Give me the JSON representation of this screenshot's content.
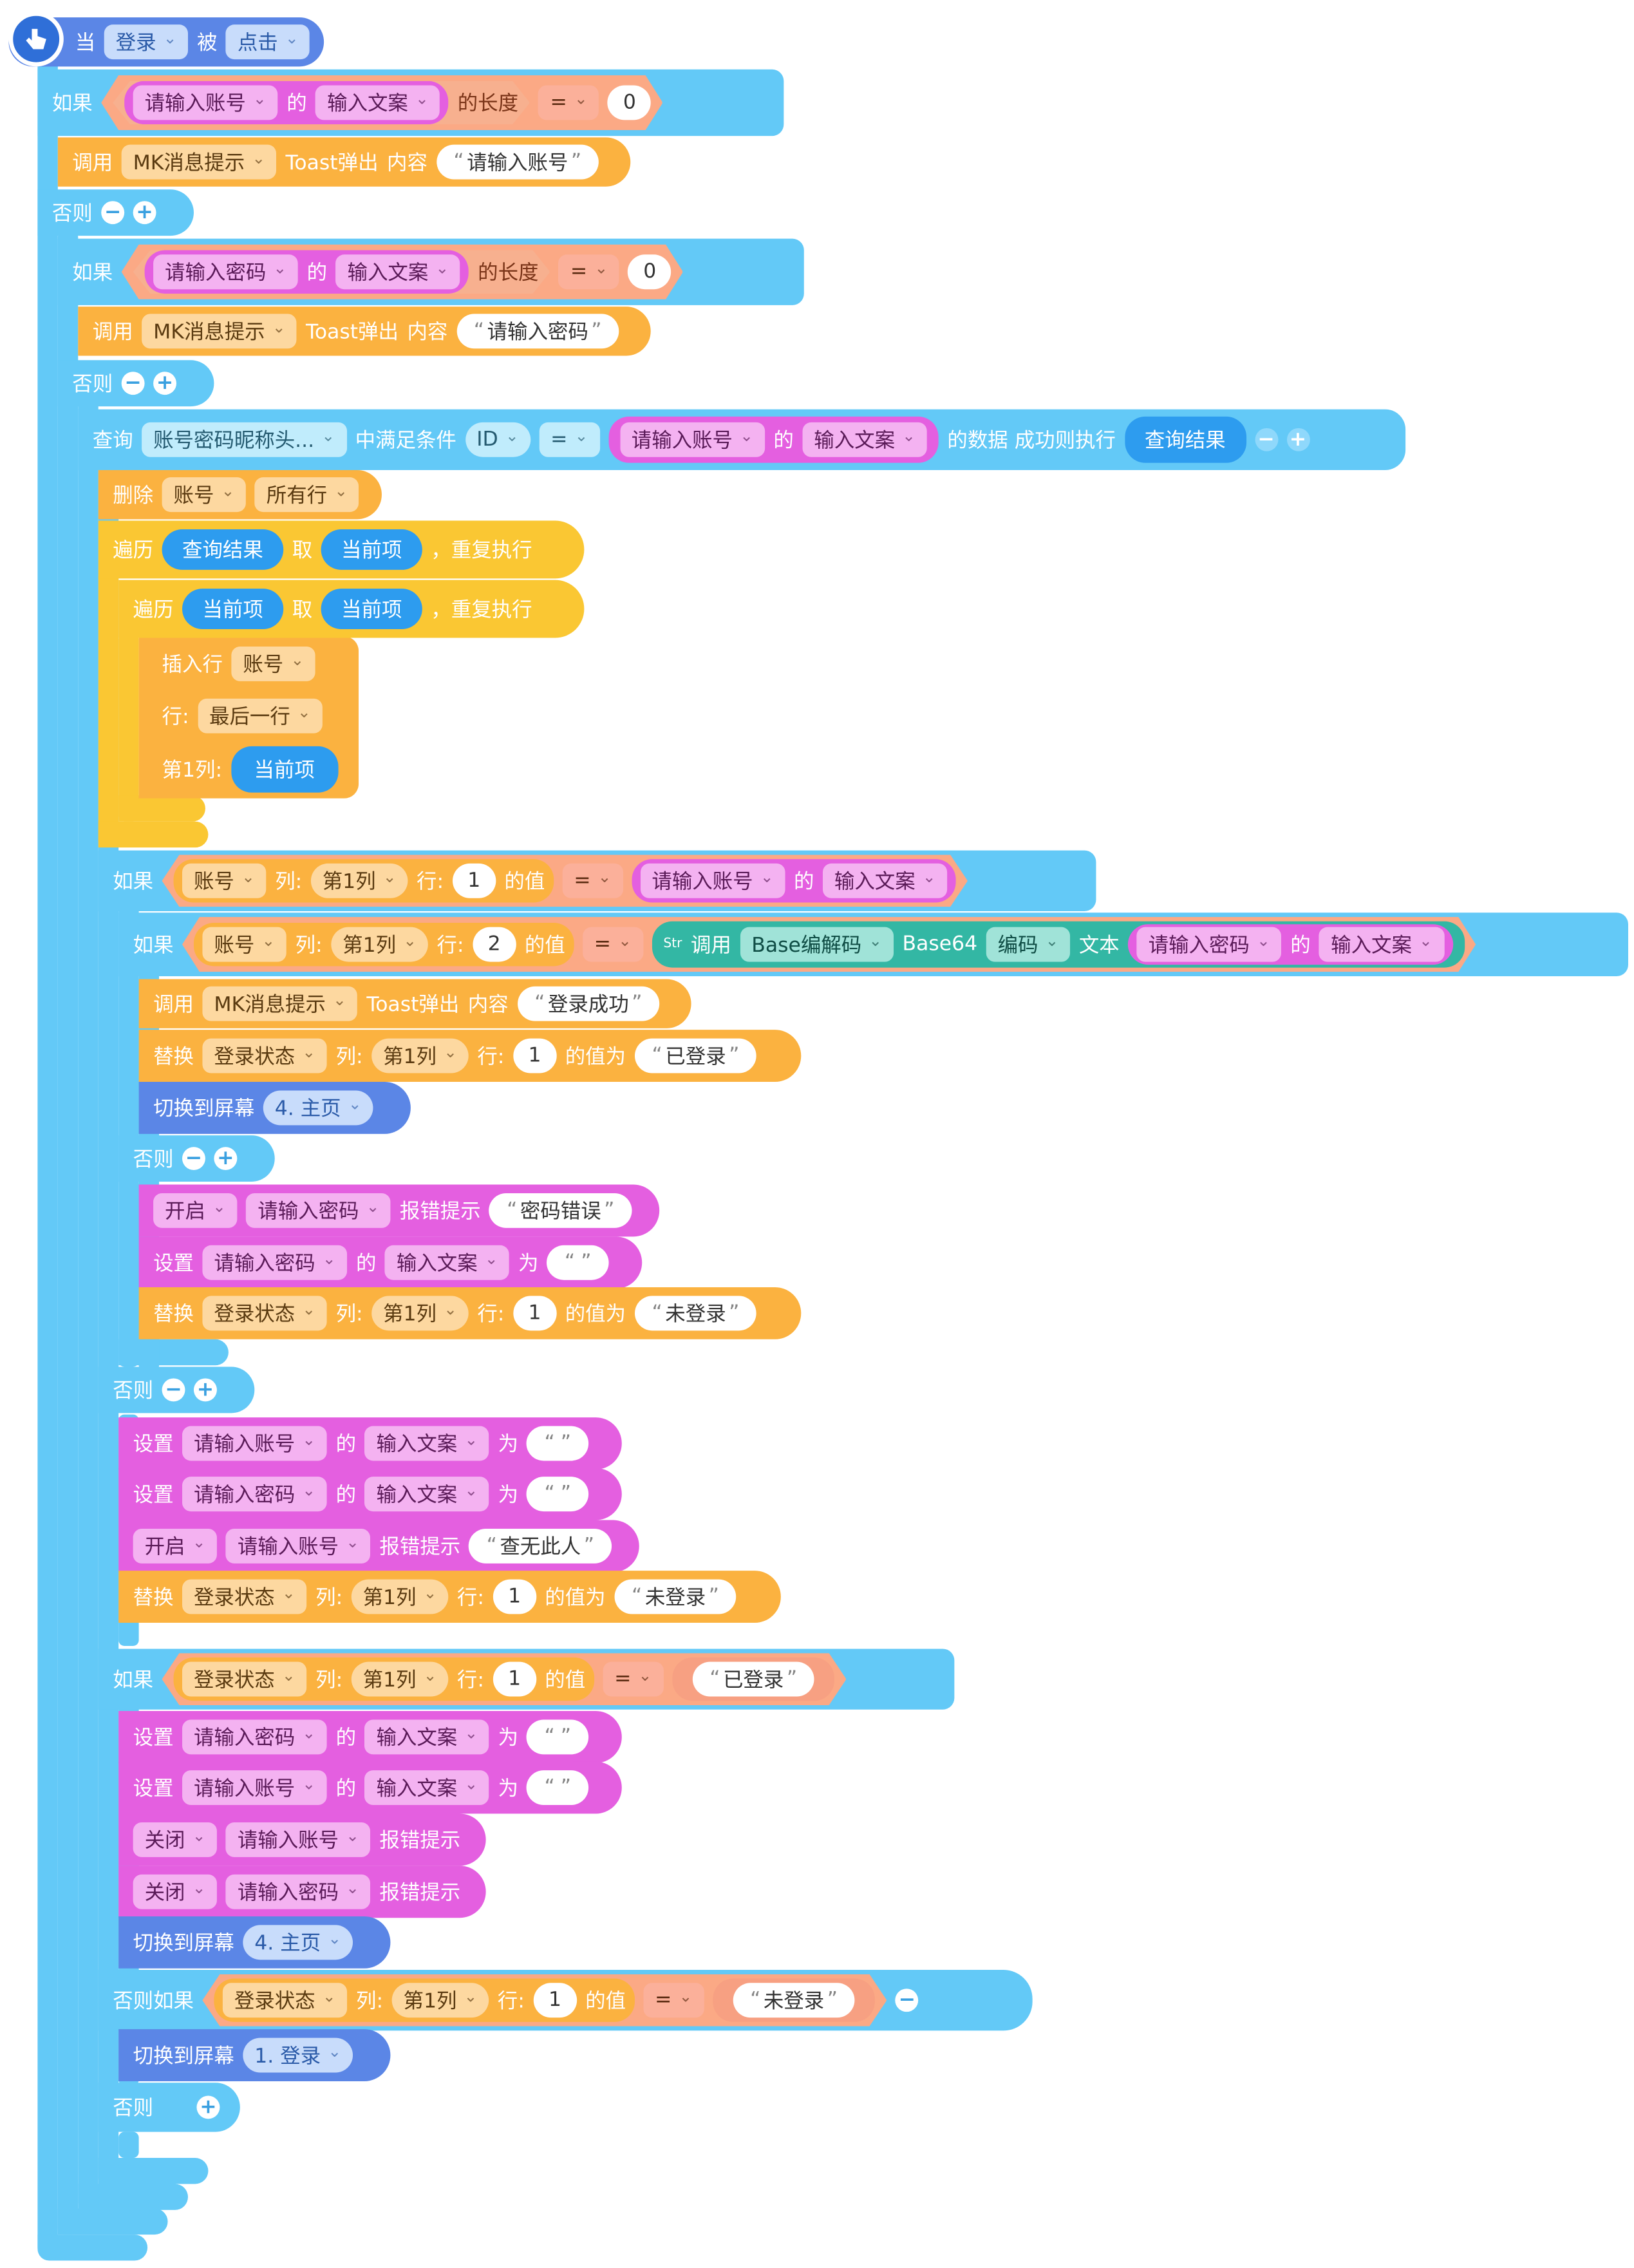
{
  "event": {
    "when": "当",
    "component": "登录",
    "by": "被",
    "action": "点击"
  },
  "kw": {
    "if": "如果",
    "else": "否则",
    "elseif": "否则如果",
    "call": "调用",
    "of": "的",
    "length": "的长度",
    "eq": "=",
    "set": "设置",
    "to": "为",
    "open": "开启",
    "close": "关闭",
    "error_tip": "报错提示",
    "switch_screen": "切换到屏幕",
    "replace": "替换",
    "col": "列:",
    "row": "行:",
    "value_is": "的值为",
    "value_of": "的值",
    "query": "查询",
    "where": "中满足条件",
    "data_success": "的数据  成功则执行",
    "delete": "删除",
    "foreach": "遍历",
    "take": "取",
    "repeat": "，重复执行",
    "insert_row": "插入行",
    "row_label": "行:",
    "col1_label": "第1列:",
    "toast": "Toast弹出",
    "content": "内容",
    "base64": "Base64",
    "encode": "编码",
    "text": "文本",
    "str_badge": "Str"
  },
  "components": {
    "account_input": "请输入账号",
    "password_input": "请输入密码",
    "input_text": "输入文案",
    "mk_msg": "MK消息提示",
    "table_abbr": "账号密码昵称头...",
    "account_table": "账号",
    "login_state": "登录状态",
    "base_decoder": "Base编解码"
  },
  "values": {
    "zero": "0",
    "one": "1",
    "two": "2",
    "id": "ID",
    "all_rows": "所有行",
    "last_row": "最后一行",
    "col1": "第1列",
    "query_result": "查询结果",
    "current_item": "当前项",
    "screen_main": "4. 主页",
    "screen_login": "1. 登录",
    "empty": " "
  },
  "messages": {
    "enter_account": "请输入账号",
    "enter_password": "请输入密码",
    "login_success": "登录成功",
    "logged_in": "已登录",
    "not_logged_in": "未登录",
    "wrong_password": "密码错误",
    "no_such_user": "查无此人"
  },
  "colors": {
    "control": "#63c9f7",
    "event": "#5b86e6",
    "call": "#fbb240",
    "component": "#e45fe0",
    "loop": "#fac733",
    "variable": "#2d9cef"
  }
}
